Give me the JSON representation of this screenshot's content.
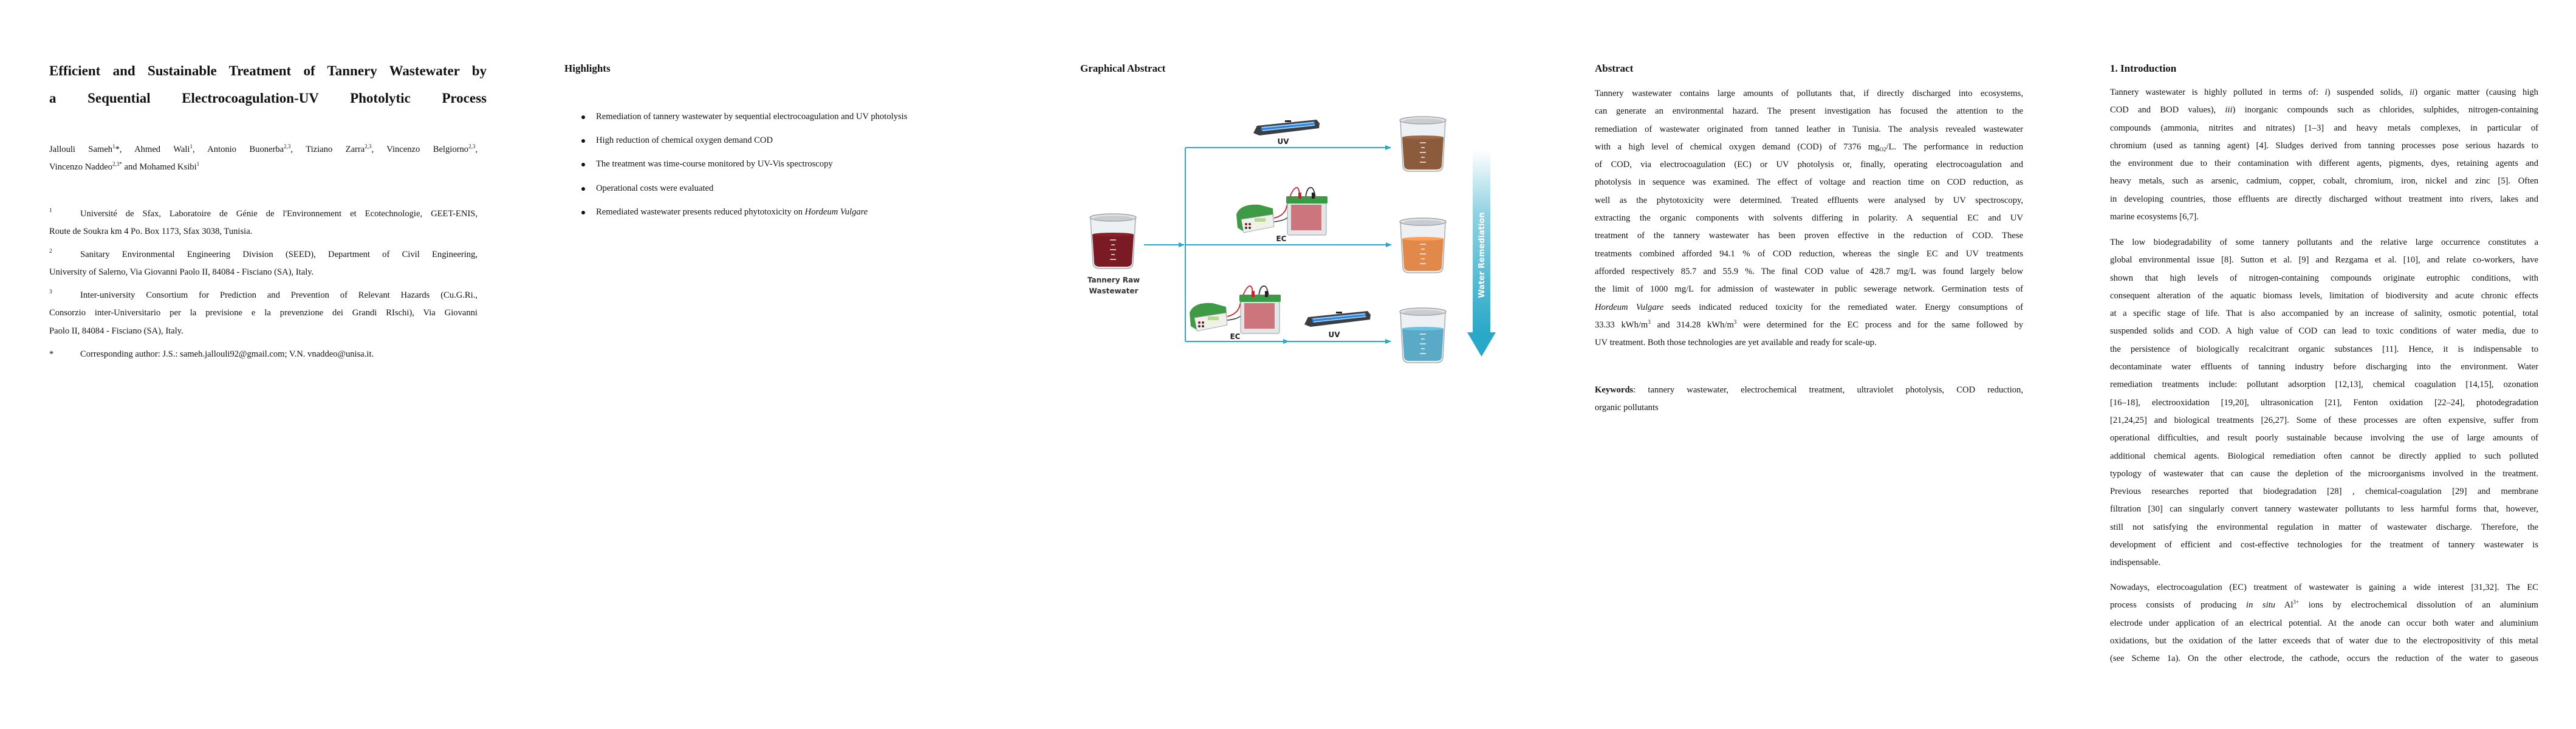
{
  "colors": {
    "flow_arrow": "#29a8c8",
    "raw_wastewater": "#7a1a24",
    "uv_treated": "#8b5b3c",
    "ec_treated": "#e0894a",
    "ec_uv_treated": "#5aa9c6"
  },
  "title_page": {
    "title_lines": [
      "Efficient and Sustainable Treatment of Tannery Wastewater by",
      "a Sequential Electrocoagulation-UV Photolytic Process"
    ],
    "author_lines": [
      [
        "Jallouli Sameh",
        {
          "t": "1",
          "f": "sup"
        },
        "*, Ahmed Wali",
        {
          "t": "1",
          "f": "sup"
        },
        ", Antonio Buonerba",
        {
          "t": "2,3",
          "f": "sup"
        },
        ", Tiziano Zarra",
        {
          "t": "2,3",
          "f": "sup"
        },
        ", Vincenzo Belgiorno",
        {
          "t": "2,3",
          "f": "sup"
        },
        ","
      ],
      [
        "Vincenzo Naddeo",
        {
          "t": "2,3*",
          "f": "sup"
        },
        " and Mohamed Ksibi",
        {
          "t": "1",
          "f": "sup"
        }
      ]
    ],
    "affiliations": [
      {
        "marker": "1",
        "lines": [
          "Université de Sfax, Laboratoire de Génie de l'Environnement et Ecotechnologie, GEET-ENIS,",
          "Route de Soukra km 4 Po. Box 1173, Sfax 3038, Tunisia."
        ]
      },
      {
        "marker": "2",
        "lines": [
          "Sanitary Environmental Engineering Division (SEED), Department of Civil Engineering,",
          "University of Salerno, Via Giovanni Paolo II, 84084 - Fisciano (SA), Italy."
        ]
      },
      {
        "marker": "3",
        "lines": [
          "Inter-university Consortium for Prediction and Prevention of Relevant Hazards (Cu.G.Ri.,",
          "Consorzio inter-Universitario per la previsione e la prevenzione dei Grandi RIschi), Via Giovanni",
          "Paolo II, 84084 - Fisciano (SA), Italy."
        ]
      }
    ],
    "corresponding": {
      "marker": "*",
      "lines": [
        "Corresponding author: J.S.: sameh.jallouli92@gmail.com; V.N. vnaddeo@unisa.it."
      ]
    }
  },
  "highlights": {
    "heading": "Highlights",
    "items": [
      [
        "Remediation of tannery wastewater by sequential electrocoagulation and UV photolysis"
      ],
      [
        "High reduction of chemical oxygen demand COD"
      ],
      [
        "The treatment was time-course monitored by UV-Vis spectroscopy"
      ],
      [
        "Operational costs were evaluated"
      ],
      [
        "Remediated wastewater presents reduced phytotoxicity on ",
        {
          "t": "Hordeum Vulgare",
          "f": "i"
        }
      ]
    ]
  },
  "graphical_abstract": {
    "heading": "Graphical Abstract",
    "labels": {
      "uv_top": "UV",
      "ec_middle": "EC",
      "ec_bottom": "EC",
      "uv_bottom": "UV",
      "raw_line1": "Tannery Raw",
      "raw_line2": "Wastewater",
      "remediation": "Water Remediation"
    }
  },
  "abstract": {
    "heading": "Abstract",
    "lines": [
      "Tannery wastewater contains large amounts of pollutants that, if directly discharged into ecosystems,",
      "can generate an environmental hazard. The present investigation has focused the attention to the",
      "remediation of wastewater originated from tanned leather in Tunisia. The analysis revealed wastewater",
      [
        "with a high level of chemical oxygen demand (COD) of 7376 mg",
        {
          "t": "O2",
          "f": "sub"
        },
        "/L. The performance in reduction"
      ],
      "of COD, via electrocoagulation (EC) or UV photolysis or, finally, operating electrocoagulation and",
      "photolysis in sequence was examined. The effect of voltage and reaction time on COD reduction, as",
      "well as the phytotoxicity were determined. Treated effluents were analysed by UV spectroscopy,",
      "extracting the organic components with solvents differing in polarity. A sequential EC and UV",
      "treatment of the tannery wastewater has been proven effective in the reduction of COD. These",
      "treatments combined afforded 94.1 % of COD reduction, whereas the single EC and UV treatments",
      "afforded respectively 85.7 and 55.9 %. The final COD value of 428.7 mg/L was found largely below",
      "the limit of 1000 mg/L for admission of wastewater in public sewerage network. Germination tests of",
      [
        {
          "t": "Hordeum Vulgare",
          "f": "i"
        },
        " seeds indicated reduced toxicity for the remediated water. Energy consumptions of"
      ],
      [
        "33.33 kWh/m",
        {
          "t": "3",
          "f": "sup"
        },
        " and 314.28 kWh/m",
        {
          "t": "3",
          "f": "sup"
        },
        " were determined for the EC process and for the same followed by"
      ],
      "UV treatment. Both those technologies are yet available and ready for scale-up."
    ],
    "keywords_lines": [
      [
        {
          "t": "Keywords",
          "f": "b"
        },
        ": tannery wastewater, electrochemical treatment, ultraviolet photolysis, COD reduction,"
      ],
      "organic pollutants"
    ]
  },
  "introduction": {
    "heading": "1. Introduction",
    "paragraph1": [
      [
        "Tannery wastewater is highly polluted in terms of: ",
        {
          "t": "i",
          "f": "i"
        },
        ") suspended solids, ",
        {
          "t": "ii",
          "f": "i"
        },
        ") organic matter (causing high"
      ],
      [
        "COD and BOD values), ",
        {
          "t": "iii",
          "f": "i"
        },
        ") inorganic compounds such as chlorides, sulphides, nitrogen-containing"
      ],
      "compounds (ammonia, nitrites and nitrates) [1–3] and heavy metals complexes, in particular of",
      "chromium (used as tanning agent) [4]. Sludges derived from tanning processes pose serious hazards to",
      "the environment due to their contamination with different agents, pigments, dyes, retaining agents and",
      "heavy metals, such as arsenic, cadmium, copper, cobalt, chromium, iron, nickel and zinc [5]. Often",
      "in developing countries, those effluents are directly discharged without treatment into rivers, lakes and",
      "marine ecosystems [6,7]."
    ],
    "paragraph2": [
      "The low biodegradability of some tannery pollutants and the relative large occurrence constitutes a",
      "global environmental issue [8]. Sutton et al. [9] and Rezgama et al. [10], and relate co-workers, have",
      "shown that high levels of nitrogen-containing compounds originate eutrophic conditions, with",
      "consequent alteration of the aquatic biomass levels, limitation of biodiversity and acute chronic effects",
      "at a specific stage of life. That is also accompanied by an increase of salinity, osmotic potential, total",
      "suspended solids and COD. A high value of COD can lead to toxic conditions of water media, due to",
      "the persistence of biologically recalcitrant organic substances [11]. Hence, it is indispensable to",
      "decontaminate water effluents of tanning industry before discharging into the environment. Water",
      "remediation treatments include: pollutant adsorption [12,13], chemical coagulation [14,15], ozonation",
      "[16–18], electrooxidation [19,20], ultrasonication [21], Fenton oxidation [22–24], photodegradation",
      "[21,24,25] and biological treatments [26,27]. Some of these processes are often expensive, suffer from",
      "operational difficulties, and result poorly sustainable because involving the use of large amounts of",
      "additional chemical agents. Biological remediation often cannot be directly applied to such polluted",
      "typology of wastewater that can cause the depletion of the microorganisms involved in the treatment.",
      "Previous researches reported that biodegradation [28] , chemical-coagulation [29] and membrane",
      "filtration [30] can singularly convert tannery wastewater pollutants to less harmful forms that, however,",
      "still not satisfying the environmental regulation in matter of wastewater discharge. Therefore, the",
      "development of efficient and cost-effective technologies for the treatment of tannery wastewater is",
      "indispensable."
    ],
    "paragraph3": [
      "Nowadays, electrocoagulation (EC) treatment of wastewater is gaining a wide interest [31,32]. The EC",
      [
        "process consists of producing ",
        {
          "t": "in situ",
          "f": "i"
        },
        " Al",
        {
          "t": "3+",
          "f": "sup"
        },
        " ions by electrochemical dissolution of an aluminium"
      ],
      "electrode under application of an electrical potential. At the anode can occur both water and aluminium",
      "oxidations, but the oxidation of the latter exceeds that of water due to the electropositivity of this metal",
      "(see Scheme 1a). On the other electrode, the cathode, occurs the reduction of the water to gaseous"
    ]
  }
}
